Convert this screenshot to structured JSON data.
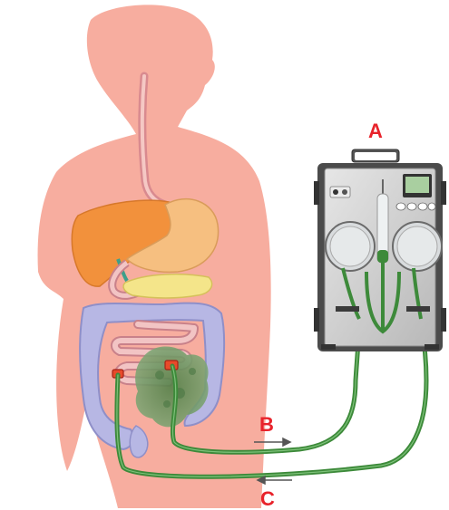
{
  "labels": {
    "a": "A",
    "b": "B",
    "c": "C"
  },
  "colors": {
    "label": "#e8232b",
    "body_skin": "#f7ad9f",
    "liver": "#f2913c",
    "stomach": "#f6bf80",
    "pancreas": "#f4e58a",
    "large_intestine": "#b7b7e4",
    "small_intestine": "#e9a3ad",
    "tubing": "#3d8a3a",
    "device_body": "#d4d4d4",
    "device_frame": "#4a4a4a",
    "infusion_zone": "#5f8f5c"
  },
  "icons": [
    "pump-device",
    "roller-pump",
    "drip-chamber",
    "lcd-display",
    "tube-arrow-right",
    "tube-arrow-left"
  ]
}
